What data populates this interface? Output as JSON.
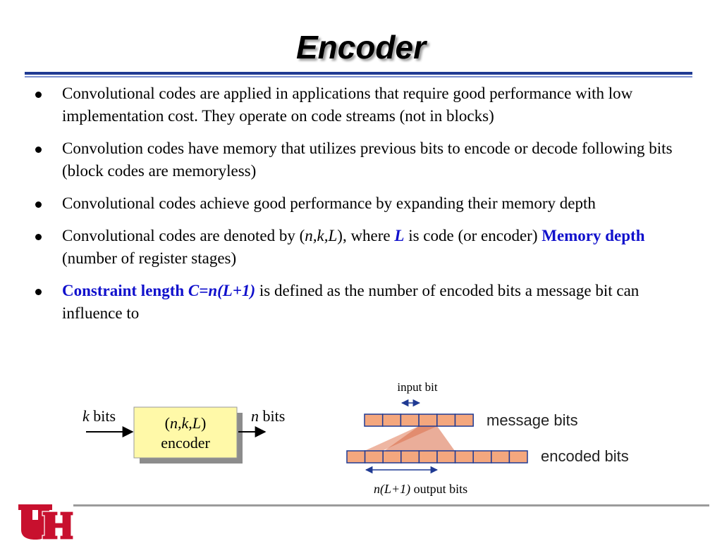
{
  "slide": {
    "title": "Encoder",
    "bullets": [
      {
        "text": "Convolutional codes are applied in applications that require good performance with low implementation cost. They operate on code streams (not in blocks)"
      },
      {
        "text": "Convolution codes have memory that utilizes previous bits to encode or decode following bits (block codes are memoryless)"
      },
      {
        "text": "Convolutional codes achieve good performance by expanding their memory depth"
      },
      {
        "part1": "Convolutional codes are denoted by (",
        "part2": "n,k,L",
        "part3": "), where ",
        "part4": "L",
        "part5": " is code (or encoder) ",
        "part6": "Memory depth",
        "part7": " (number of register stages)"
      },
      {
        "part1": "Constraint length ",
        "part2": "C=n(L+1)",
        "part3": " is defined as the number of encoded bits a message bit can influence to"
      }
    ]
  },
  "encoder_diagram": {
    "k_label": "k",
    "bits_label": " bits",
    "n_label": "n",
    "box_line1_open": "(",
    "box_line1_it": "n,k,L",
    "box_line1_close": ")",
    "box_line2": "encoder"
  },
  "bits_diagram": {
    "input_bit_label": "input bit",
    "message_bits_label": "message bits",
    "encoded_bits_label": "encoded bits",
    "output_bits_it": "n(L+1)",
    "output_bits_rest": " output bits",
    "message_cell_count": 6,
    "encoded_cell_count": 10
  },
  "colors": {
    "accent": "#1010cc",
    "cell_fill": "#f4a77e",
    "cell_stroke": "#1f3a93",
    "box_fill": "#fff9a8",
    "logo_red": "#c8102e"
  }
}
